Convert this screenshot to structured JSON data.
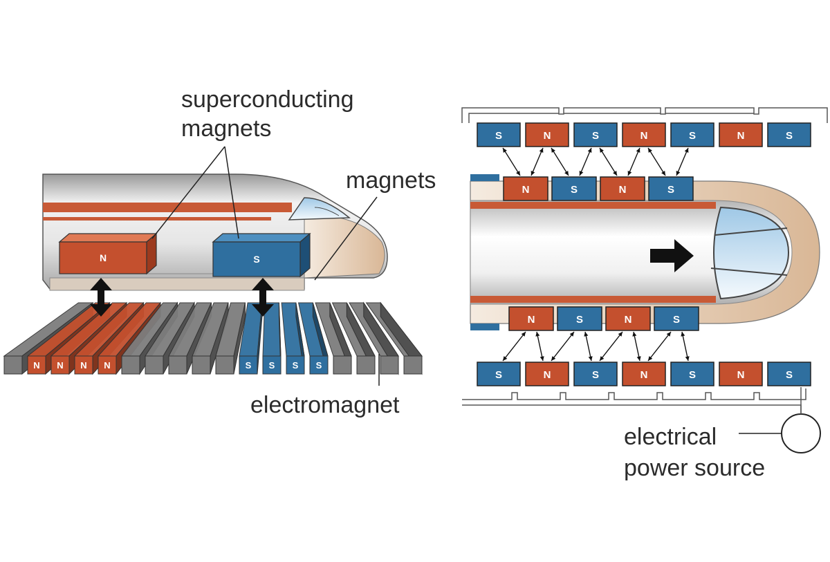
{
  "colors": {
    "north": "#c4502e",
    "south": "#2f6f9f",
    "rail_gray": "#7d7d7d",
    "body_light": "#eeeeee",
    "body_shade": "#cbc3bb",
    "nose": "#e2cbb3",
    "stripe": "#c85a36",
    "window": "#cfe3f1",
    "ink": "#1a1a1a"
  },
  "left_panel": {
    "label_superconducting": [
      "superconducting",
      "magnets"
    ],
    "label_magnets": "magnets",
    "label_electromagnet": "electromagnet",
    "train_magnet_north": "N",
    "train_magnet_south": "S",
    "rail_poles": [
      "N",
      "N",
      "N",
      "N",
      "S",
      "S",
      "S",
      "S"
    ]
  },
  "right_panel": {
    "top_row": [
      "S",
      "N",
      "S",
      "N",
      "S",
      "N",
      "S"
    ],
    "train_top_row": [
      "N",
      "S",
      "N",
      "S"
    ],
    "train_bottom_row": [
      "N",
      "S",
      "N",
      "S"
    ],
    "bottom_row": [
      "S",
      "N",
      "S",
      "N",
      "S",
      "N",
      "S"
    ],
    "label_power": [
      "electrical",
      "power source"
    ],
    "motion_arrow": "right-arrow-icon"
  }
}
